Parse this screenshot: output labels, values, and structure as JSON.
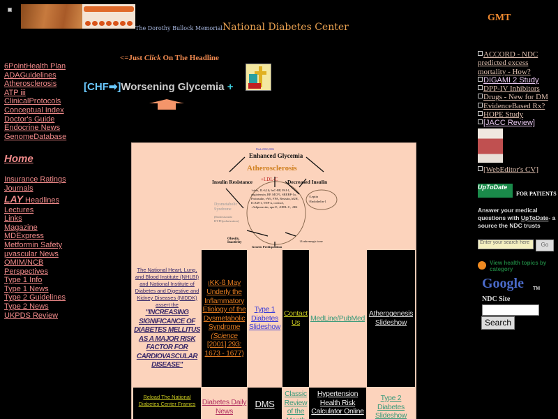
{
  "header": {
    "subtitle": "The Dorothy Bullock Memorial",
    "title": "National Diabetes Center",
    "gmt": "GMT"
  },
  "headline": {
    "click_note_prefix": "<=Just ",
    "click_note_em": "Click",
    "click_note_suffix": " On The Headline",
    "chf": "[CHF",
    "chf_close": "]",
    "text": "Worsening Glycemia",
    "plus": "+"
  },
  "left_nav": {
    "group1": [
      "6PointHealth Plan",
      "ADAGuidelines",
      "Atherosclerosis",
      "ATP iii",
      "ClinicalProtocols",
      "Conceptual Index",
      "Doctor's Guide",
      "Endocrine News",
      "GenomeDatabase"
    ],
    "home": "Home",
    "insurance": "Insurance Ratings",
    "journals": "Journals",
    "lay": "LAY",
    "lay_rest": " Headlines",
    "group2": [
      "Lectures",
      "Links",
      "Magazine",
      "MDExpress",
      "Metformin Safety",
      "µvascular News",
      "OMIM/NCB",
      "Perspectives",
      "Type 1 Info",
      "Type 1 News",
      "Type 2 Guidelines",
      "Type 2 News",
      "UKPDS Review"
    ]
  },
  "diagram": {
    "cite": "Diab 2002;2006",
    "top": "Enhanced Glycemia",
    "center": "Atherosclerosis",
    "ldl": "+LDL-C",
    "left": "Insulin Resistance",
    "right": "Decreased Insulin",
    "dys": "Dysmetabolic Syndrome",
    "endo": "(Endovascular HYPOpolarization)",
    "circle": "↑sdds, IL-6,1ß; hsC-RP, PAI-1, angiotensin, BP, MCP1, SREBP-1a, Proinsulin, vWf, FFA, Resistin, hGH, ICAM-1, TNF-α, cortisol, ↓Adiponectin, apo-E, ↓HDL-C, ↓BK",
    "leptin": "↑Leptin ↑Endothelin-1",
    "obesity": "Obesity, Inactivity",
    "genetic": "Genetic Predisposition",
    "beta": "↑ß-adrenergic tone"
  },
  "table": {
    "nhlbi_intro": "The National Heart, Lung, and Blood Institute (NHLBI) and National Institute of Diabetes and Digestive and Kidney Diseases (NIDDK)",
    "nhlbi_assert": "assert the",
    "nhlbi_quote": "\"INCREASING SIGNIFICANCE OF DIABETES MELLITUS AS A MAJOR RISK FACTOR FOR CARDIOVASCULAR DISEASE\"",
    "ikk": "ıKK-ß May Underly the Inflammatory Etiology of the Dysmetabolic Syndrome",
    "ikk_cite_em": "(Science",
    "ikk_cite": "[2001] 293: 1673 - 1677)",
    "type1": "Type 1 Diabetes Slideshow",
    "contact": "Contact Us",
    "medline": "MedLine/PubMed",
    "athero": "Atherogenesis Slideshow",
    "reload": "Reload The National Diabetes Center Frames",
    "daily": "Diabetes Daily News",
    "dms": "DMS",
    "classic": "Classic Review of the Month",
    "hypertension": "Hypertension Health Risk Calculator Online",
    "type2": "Type 2 Diabetes Slideshow"
  },
  "right_col": {
    "items": [
      "ACCORD - NDC predicted excess mortality - How?",
      "DIGAMI 2 Study",
      "DPP-IV Inhibitors",
      "Drugs - New for DM",
      "EvidenceBased Rx?",
      "HOPE Study",
      "[JACC Review]"
    ],
    "cv": "[WebEditor's CV]",
    "uptodate_logo": "UpToDate",
    "for_patients": "FOR PATIENTS",
    "answer_prefix": "Answer your medical questions with ",
    "answer_link": "UpToDate",
    "answer_suffix": "- a source the NDC trusts",
    "search_placeholder": "Enter your search here",
    "go": "Go",
    "topics": "View health topics by category",
    "google": "Google",
    "tm": "TM",
    "ndc_site": "NDC Site",
    "search_btn": "Search"
  }
}
